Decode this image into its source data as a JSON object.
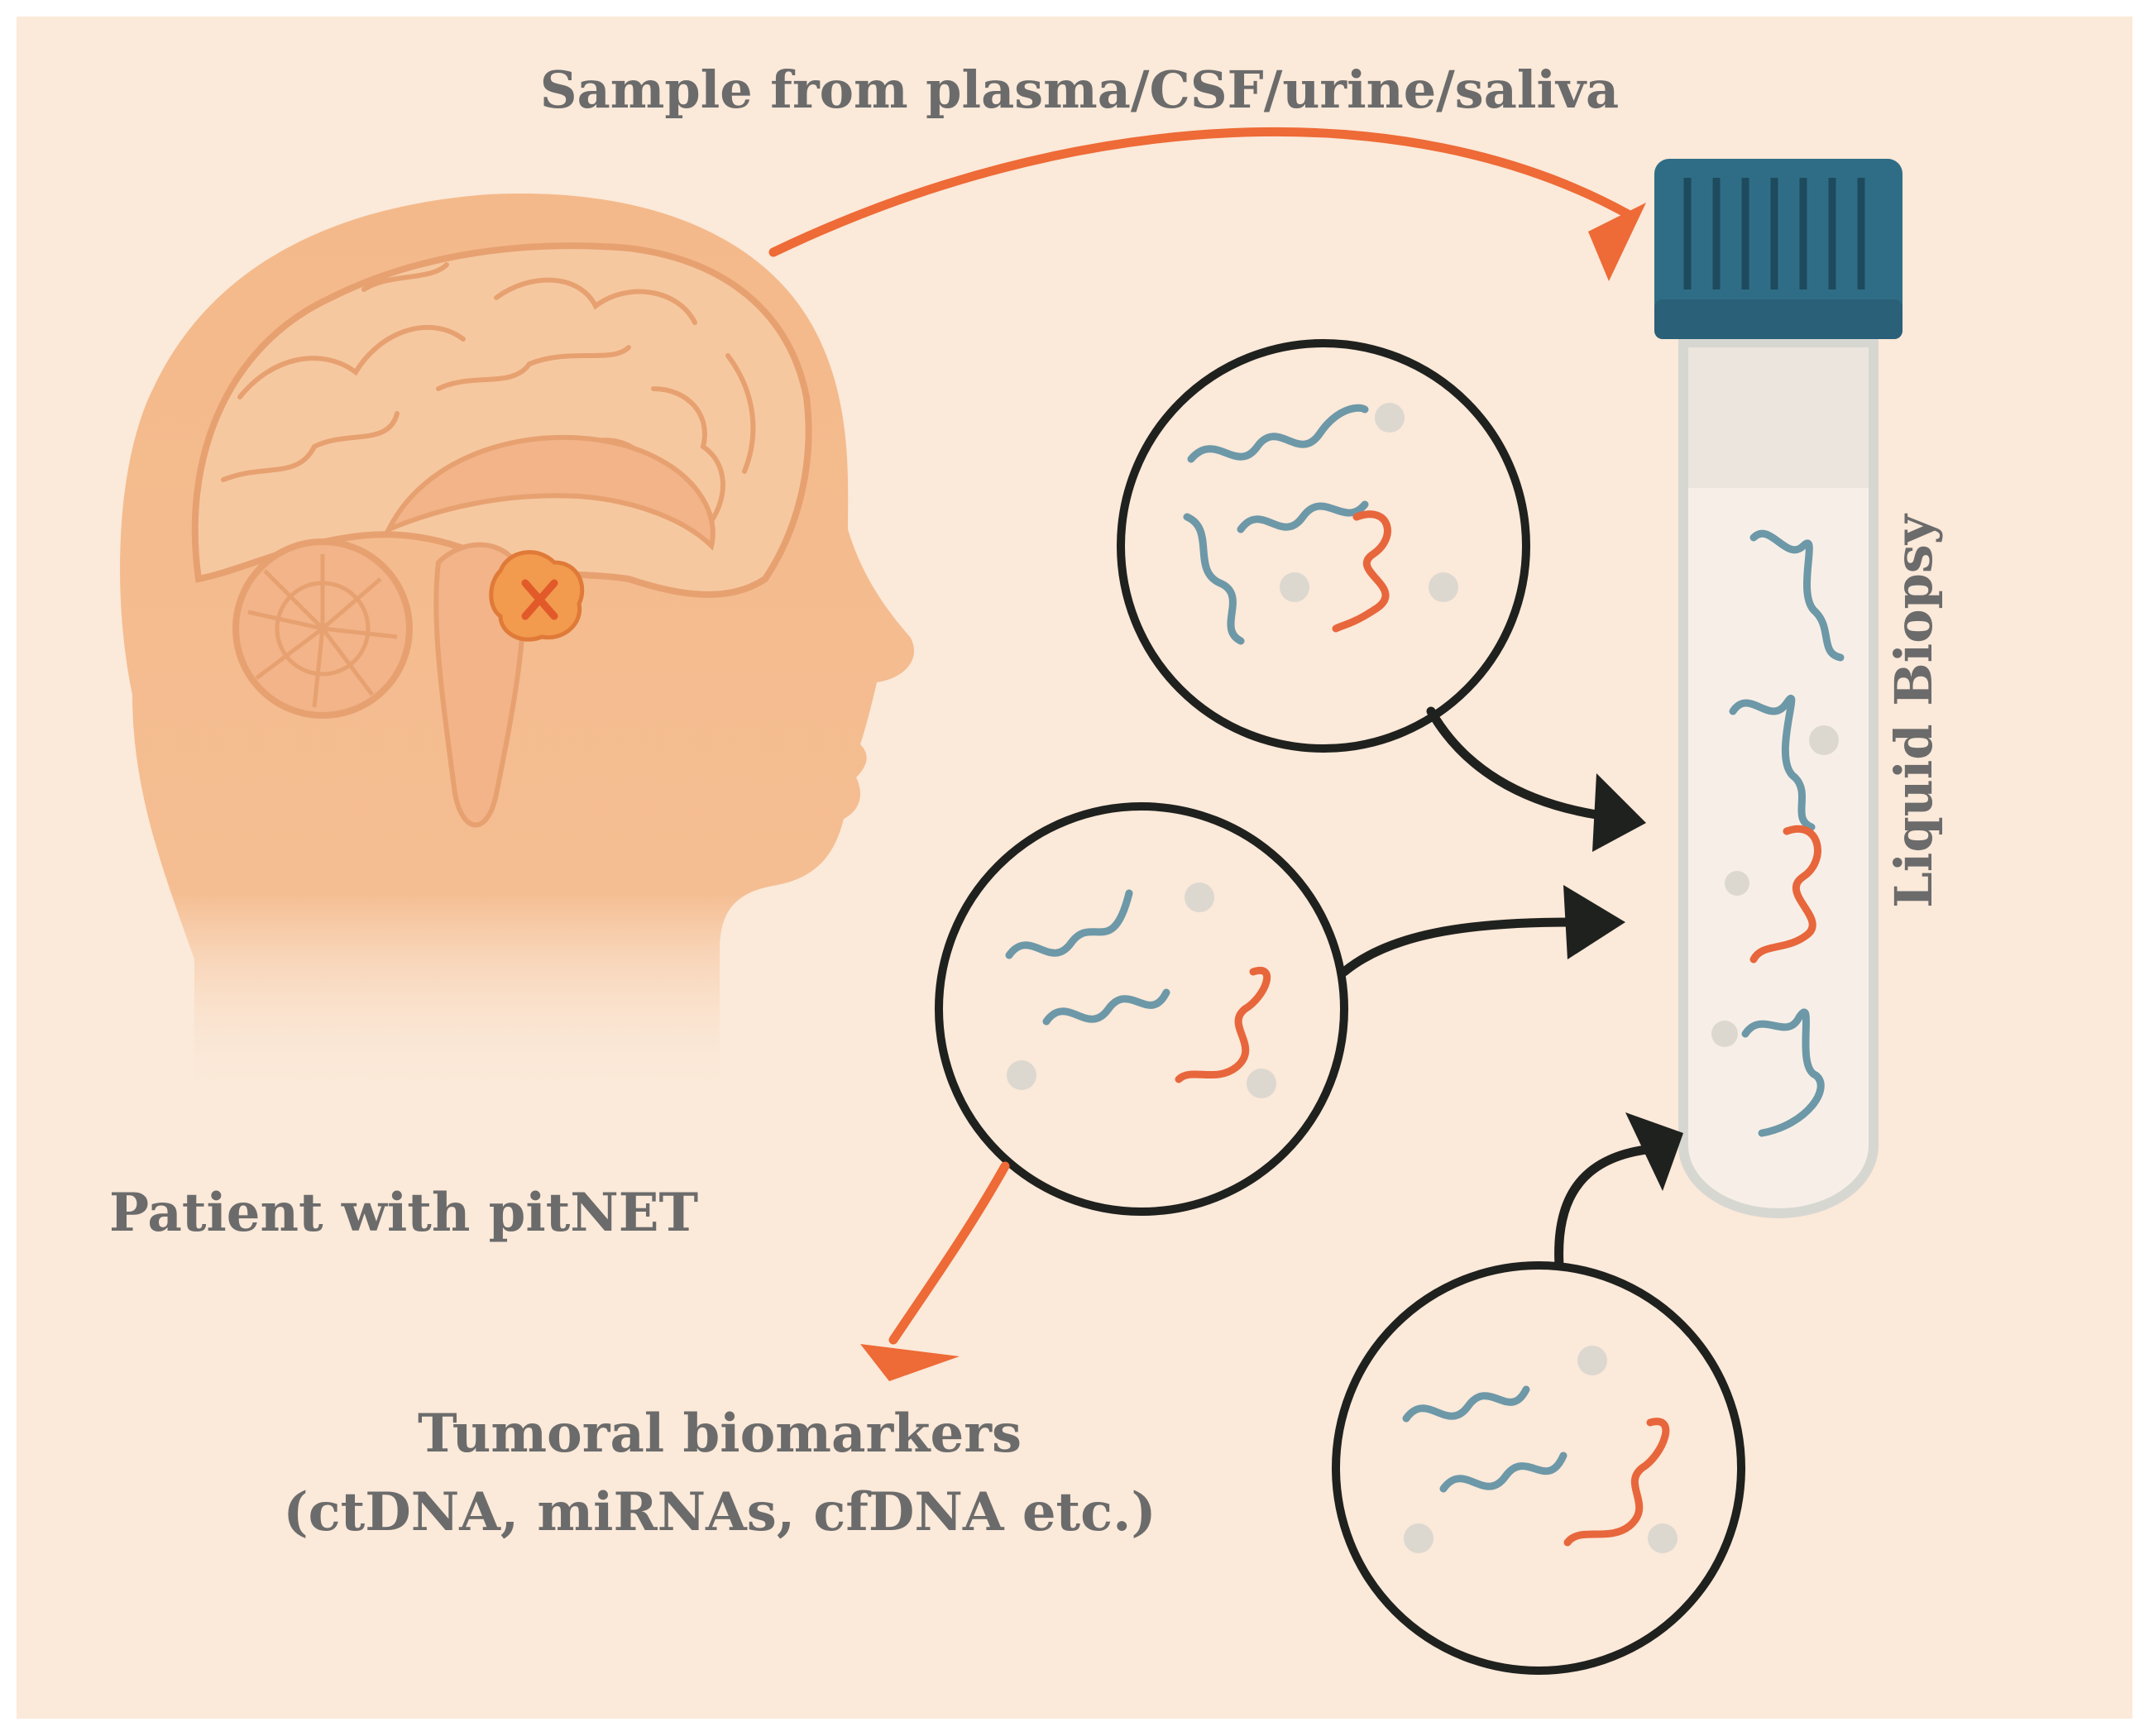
{
  "labels": {
    "sample_source": "Sample from plasma/CSF/urine/saliva",
    "patient": "Patient with pitNET",
    "biomarkers_line1": "Tumoral biomarkers",
    "biomarkers_line2": "(ctDNA, miRNAs, cfDNA etc.)",
    "tube": "Liquid Biopsy"
  },
  "colors": {
    "background": "#fbe9d9",
    "head": "#f4b98a",
    "brain": "#f6c8a0",
    "tumor": "#f29a4e",
    "tumor_mark": "#e25a2a",
    "orange_arrow": "#ee6a36",
    "black_arrow": "#1f211e",
    "cap": "#2f6d86",
    "tube": "#d7d7d2",
    "blue_strand": "#6d98a8",
    "red_strand": "#e8663c",
    "particle": "#dcd8d0",
    "text": "#6b6b6b"
  },
  "icons": [
    "head-profile-icon",
    "brain-icon",
    "tumor-icon",
    "test-tube-icon",
    "magnifier-circle-icon",
    "dna-strand-icon"
  ]
}
